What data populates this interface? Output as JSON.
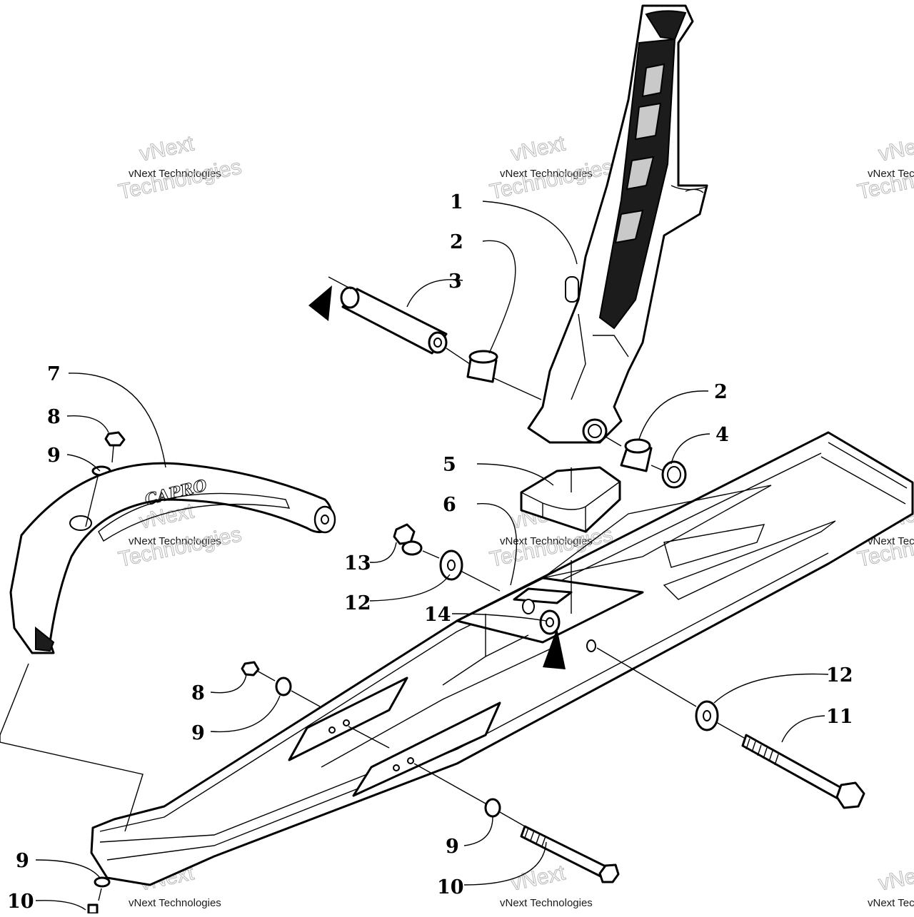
{
  "diagram": {
    "watermark": {
      "line1": "vNext Technologies",
      "line2": "vNext",
      "line3": "Technologies"
    },
    "rail_logo_text": "CAPRO",
    "callouts": [
      "1",
      "2",
      "3",
      "2",
      "4",
      "5",
      "6",
      "7",
      "8",
      "9",
      "13",
      "12",
      "14",
      "12",
      "11",
      "8",
      "9",
      "9",
      "10",
      "9",
      "10"
    ]
  }
}
